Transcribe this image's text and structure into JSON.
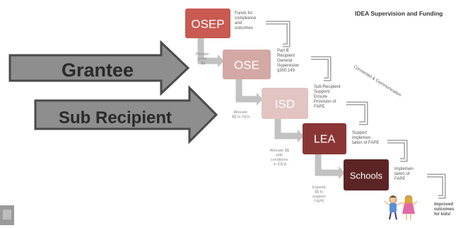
{
  "title": "IDEA Supervision and Funding",
  "colors": {
    "osep": "#c85a52",
    "ose": "#d4a8a4",
    "isd": "#e2c4c2",
    "lea": "#8a3636",
    "schools": "#5c2424",
    "arrow_fill": "#8e8e8e",
    "arrow_stroke": "#4a4a4a",
    "connector": "#c2c2c2"
  },
  "side_arrows": {
    "grantee": "Grantee",
    "sub_recipient": "Sub Recipient"
  },
  "levels": [
    {
      "id": "osep",
      "label": "OSEP",
      "note": [
        "Funds for",
        "compliance",
        "and",
        "outcomes"
      ],
      "caption": [
        "Provide",
        "grant",
        "$$"
      ]
    },
    {
      "id": "ose",
      "label": "OSE",
      "note": [
        "Part B",
        "Recipient",
        "General",
        "Supervision",
        "§300.149"
      ],
      "caption": [
        "Allocate",
        "$$ to ISDs"
      ]
    },
    {
      "id": "isd",
      "label": "ISD",
      "note": [
        "Sub-Recipient",
        "Support/",
        "Ensure",
        "Provision of",
        "FAPE"
      ],
      "caption": [
        "Allocate $$",
        "with",
        "conditions",
        "in IDEA"
      ]
    },
    {
      "id": "lea",
      "label": "LEA",
      "note": [
        "Support",
        "implemen-",
        "tation of FAPE"
      ],
      "caption": [
        "Expend",
        "$$ to",
        "support",
        "FAPE"
      ]
    },
    {
      "id": "schools",
      "label": "Schools",
      "note": [
        "Implemen-",
        "tation of",
        "FAPE"
      ],
      "caption": []
    }
  ],
  "final_note": [
    "Improved",
    "outcomes",
    "for kids!"
  ],
  "diagonal_label": "Connected & Communication"
}
